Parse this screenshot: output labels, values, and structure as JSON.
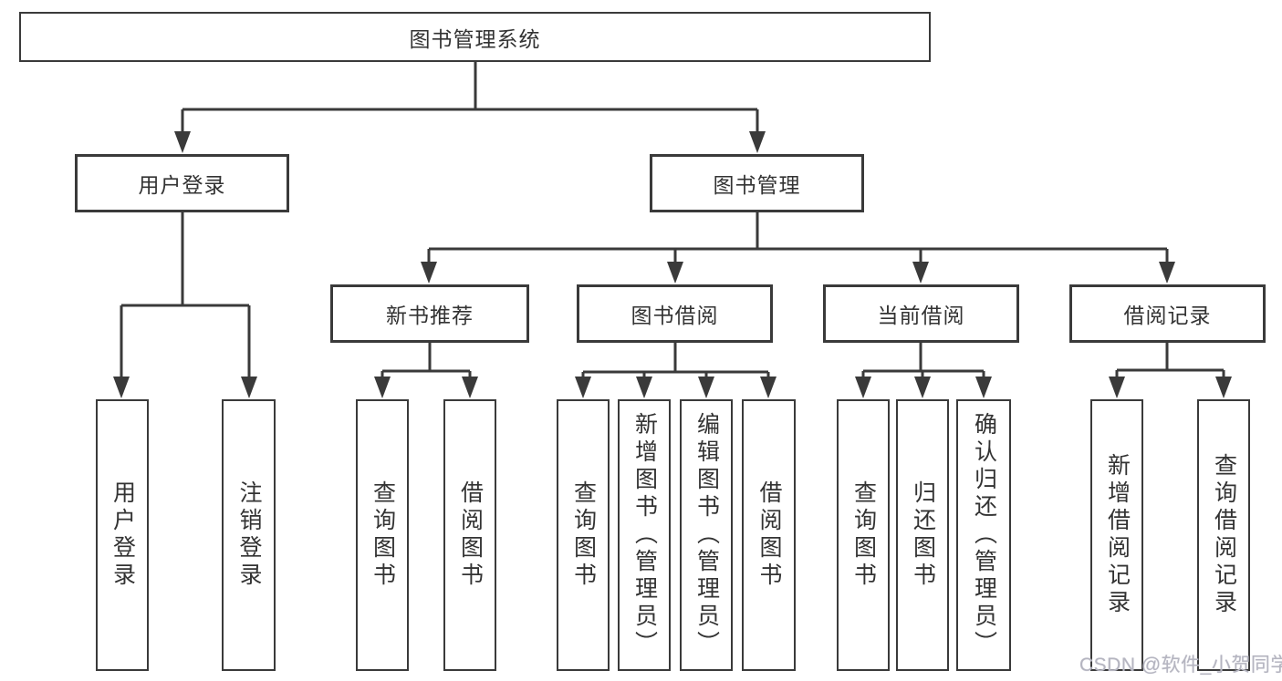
{
  "diagram": {
    "root": {
      "label": "图书管理系统"
    },
    "branches": [
      {
        "label": "用户登录",
        "children": [
          {
            "label": "用户登录"
          },
          {
            "label": "注销登录"
          }
        ]
      },
      {
        "label": "图书管理",
        "children": [
          {
            "label": "新书推荐",
            "children": [
              {
                "label": "查询图书"
              },
              {
                "label": "借阅图书"
              }
            ]
          },
          {
            "label": "图书借阅",
            "children": [
              {
                "label": "查询图书"
              },
              {
                "label": "新增图书（管理员）"
              },
              {
                "label": "编辑图书（管理员）"
              },
              {
                "label": "借阅图书"
              }
            ]
          },
          {
            "label": "当前借阅",
            "children": [
              {
                "label": "查询图书"
              },
              {
                "label": "归还图书"
              },
              {
                "label": "确认归还（管理员）"
              }
            ]
          },
          {
            "label": "借阅记录",
            "children": [
              {
                "label": "新增借阅记录"
              },
              {
                "label": "查询借阅记录"
              }
            ]
          }
        ]
      }
    ]
  },
  "watermark": {
    "text": "CSDN @软件_小贺同学"
  },
  "colors": {
    "line": "#3a3a3a",
    "text": "#333333",
    "background": "#ffffff",
    "watermark": "#b5b5c0"
  }
}
